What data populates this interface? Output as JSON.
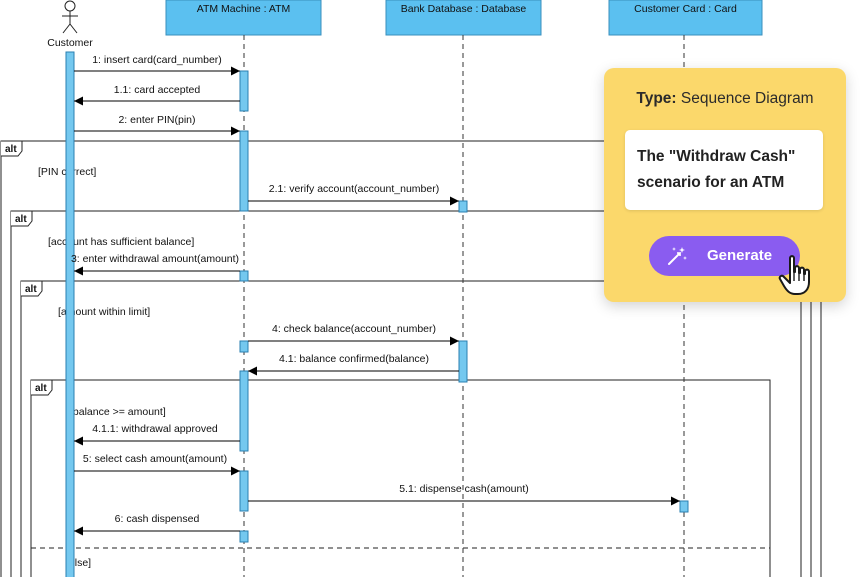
{
  "diagram": {
    "lifelines": [
      {
        "name": "ATM Machine : ATM"
      },
      {
        "name": "Bank Database : Database"
      },
      {
        "name": "Customer Card : Card"
      }
    ],
    "actor": {
      "name": "Customer"
    },
    "messages": [
      {
        "label": "1: insert card(card_number)"
      },
      {
        "label": "1.1: card accepted"
      },
      {
        "label": "2: enter PIN(pin)"
      },
      {
        "label": "2.1: verify account(account_number)"
      },
      {
        "label": "3: enter withdrawal amount(amount)"
      },
      {
        "label": "4: check balance(account_number)"
      },
      {
        "label": "4.1: balance confirmed(balance)"
      },
      {
        "label": "4.1.1: withdrawal approved"
      },
      {
        "label": "5: select cash amount(amount)"
      },
      {
        "label": "5.1: dispense cash(amount)"
      },
      {
        "label": "6: cash dispensed"
      }
    ],
    "fragments": [
      {
        "operator": "alt",
        "guard": "[PIN correct]"
      },
      {
        "operator": "alt",
        "guard": "[account has sufficient balance]"
      },
      {
        "operator": "alt",
        "guard": "[amount within limit]"
      },
      {
        "operator": "alt",
        "guard": "[balance >= amount]"
      }
    ],
    "else_guard": "[else]"
  },
  "card": {
    "type_label": "Type:",
    "type_value": "Sequence Diagram",
    "prompt": "The \"Withdraw Cash\" scenario for an ATM",
    "button_label": "Generate",
    "icons": {
      "button": "magic-wand-icon",
      "cursor": "pointer-hand-icon"
    },
    "colors": {
      "card": "#fbd86b",
      "button": "#8a5cf0"
    }
  },
  "colors": {
    "lifeline_head": "#5bc0f0",
    "activation": "#74c8ef"
  }
}
